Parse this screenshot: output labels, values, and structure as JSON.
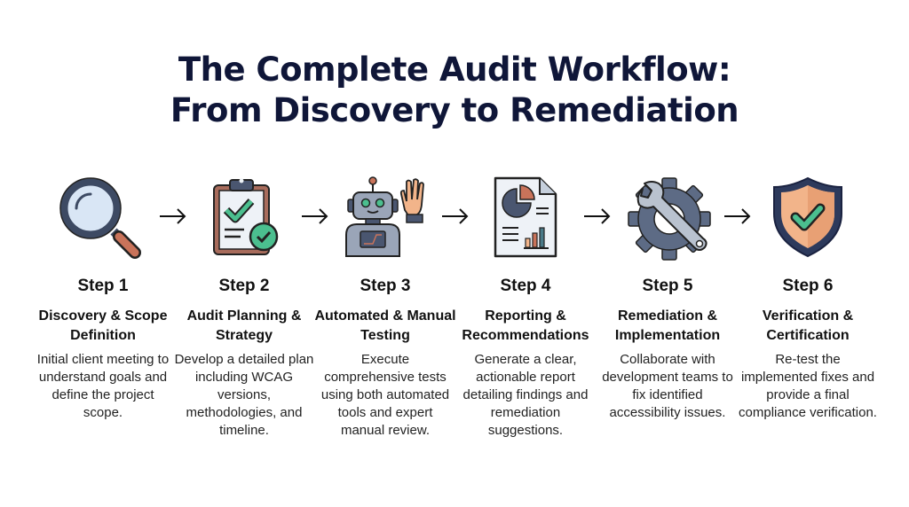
{
  "title": {
    "line1": "The Complete Audit Workflow:",
    "line2": "From Discovery to Remediation"
  },
  "colors": {
    "title": "#0f1638",
    "icon_dark": "#3d4a63",
    "icon_slate": "#5d6b85",
    "icon_light_blue": "#d9e6f5",
    "accent_green": "#4bbf8f",
    "accent_terracotta": "#c9735a",
    "accent_peach": "#f2b48a"
  },
  "steps": [
    {
      "step": "Step 1",
      "icon": "magnifying-glass-icon",
      "heading": "Discovery & Scope Definition",
      "description": "Initial client meeting to understand goals and define the project scope."
    },
    {
      "step": "Step 2",
      "icon": "clipboard-check-icon",
      "heading": "Audit Planning & Strategy",
      "description": "Develop a detailed plan including WCAG versions, methodologies, and timeline."
    },
    {
      "step": "Step 3",
      "icon": "robot-and-hand-icon",
      "heading": "Automated & Manual Testing",
      "description": "Execute comprehensive tests using both automated tools and expert manual review."
    },
    {
      "step": "Step 4",
      "icon": "report-document-icon",
      "heading": "Reporting & Recommendations",
      "description": "Generate a clear, actionable report detailing findings and remediation suggestions."
    },
    {
      "step": "Step 5",
      "icon": "gear-wrench-icon",
      "heading": "Remediation & Implementation",
      "description": "Collaborate with development teams to fix identified accessibility issues."
    },
    {
      "step": "Step 6",
      "icon": "shield-check-icon",
      "heading": "Verification & Certification",
      "description": "Re-test the implemented fixes and provide a final compliance verification."
    }
  ],
  "connectors": [
    "arrow-right-icon",
    "arrow-right-icon",
    "arrow-right-icon",
    "arrow-right-icon",
    "arrow-right-icon"
  ]
}
